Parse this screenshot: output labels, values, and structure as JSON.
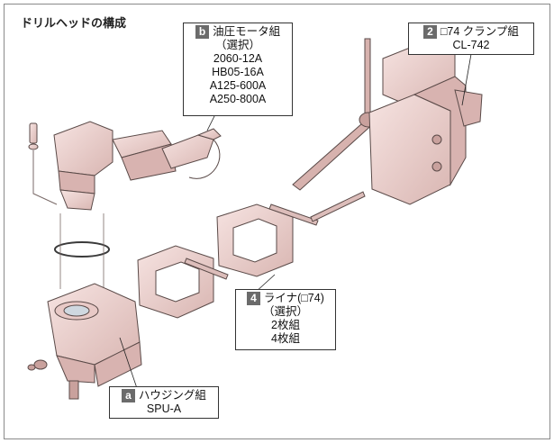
{
  "title": "ドリルヘッドの構成",
  "colors": {
    "part_fill": "#f0d7d5",
    "part_shade": "#d8b3b0",
    "part_dark": "#b98f8b",
    "outline": "#5a4a48",
    "badge_bg": "#6b6b6b"
  },
  "callouts": {
    "b": {
      "badge": "b",
      "name": "油圧モータ組",
      "note": "（選択）",
      "models": [
        "2060-12A",
        "HB05-16A",
        "A125-600A",
        "A250-800A"
      ]
    },
    "clamp": {
      "badge": "2",
      "name": "□74 クランプ組",
      "model": "CL-742"
    },
    "liner": {
      "badge": "4",
      "name": "ライナ(□74)",
      "note": "（選択）",
      "options": [
        "2枚組",
        "4枚組"
      ]
    },
    "a": {
      "badge": "a",
      "name": "ハウジング組",
      "model": "SPU-A"
    }
  }
}
